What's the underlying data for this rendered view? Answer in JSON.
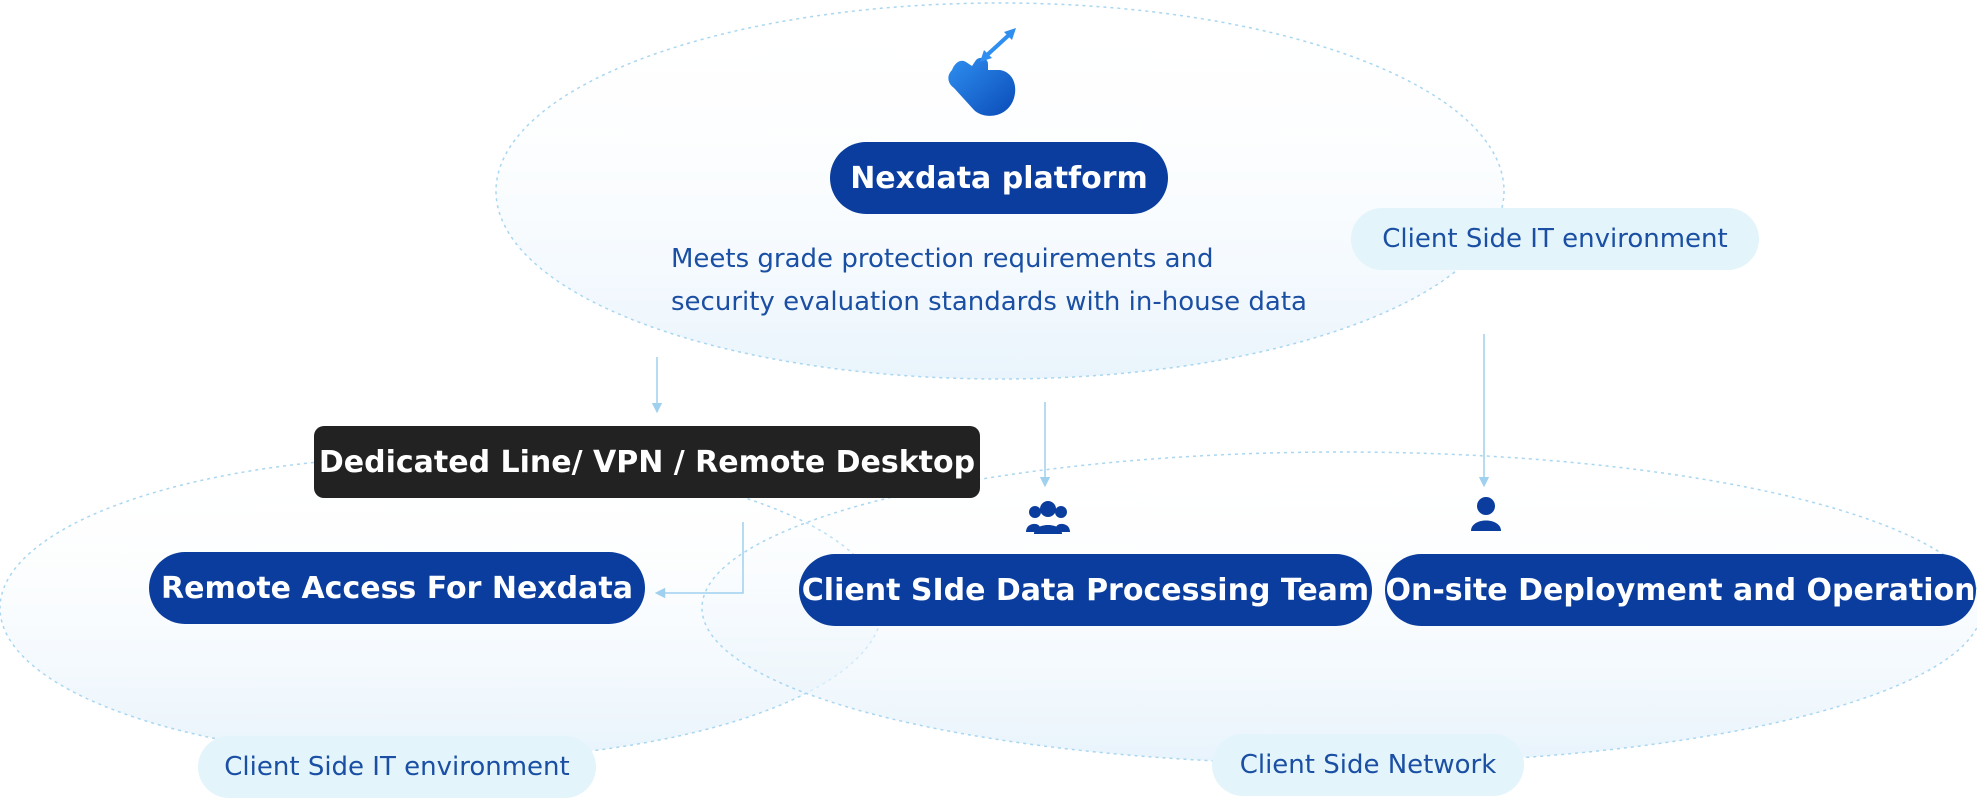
{
  "platform": {
    "title": "Nexdata platform",
    "description_line1": "Meets grade protection requirements and",
    "description_line2": "security evaluation standards with in-house data"
  },
  "env_labels": {
    "top_right": "Client Side IT environment",
    "bottom_left": "Client Side IT environment",
    "bottom_right": "Client Side Network"
  },
  "connection": "Dedicated Line/ VPN / Remote Desktop",
  "nodes": {
    "remote_access": "Remote Access For Nexdata",
    "processing_team": "Client SIde Data Processing Team",
    "onsite": "On-site Deployment and Operation"
  },
  "icons": {
    "top": "hand-pointer-icon",
    "team": "team-icon",
    "person": "person-icon"
  },
  "colors": {
    "primary": "#0a3d9e",
    "dark": "#222222",
    "light": "#e3f4fb",
    "text": "#1a4fa3",
    "line": "#9fd0ee"
  }
}
